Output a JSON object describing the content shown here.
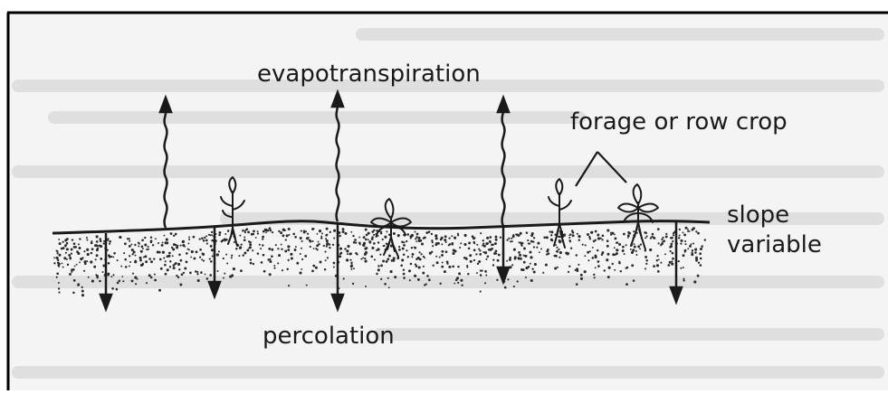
{
  "labels": {
    "evapotranspiration": "evapotranspiration",
    "crop": "forage or row crop",
    "slope": "slope",
    "variable": "variable",
    "percolation": "percolation"
  },
  "colors": {
    "ink": "#1a1a1a",
    "background_text": "#c8c8c8",
    "paper": "#f4f4f4",
    "border": "#000000"
  },
  "icons": {
    "up_arrows": "wavy-up-arrow",
    "down_arrows": "straight-down-arrow",
    "plants": "crop-plant"
  }
}
